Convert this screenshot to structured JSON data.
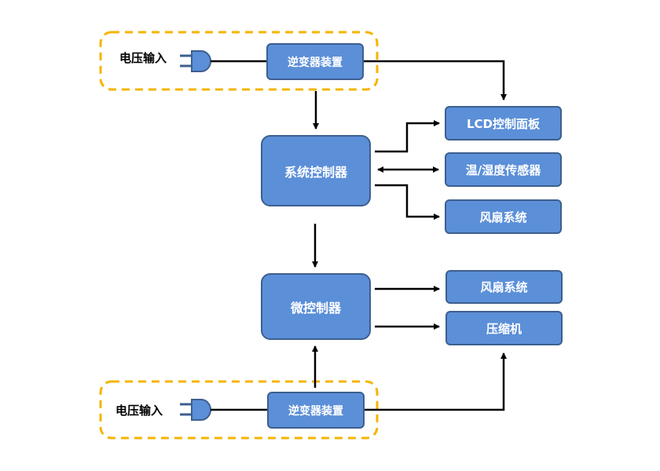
{
  "colors": {
    "box_fill": "#5b8fd8",
    "box_border": "#3d5f8f",
    "dashed_group": "#f5b400",
    "plug": "#3d5f8f",
    "arrow": "#000000"
  },
  "top_group": {
    "voltage_input": "电压输入",
    "inverter": "逆变器装置"
  },
  "bottom_group": {
    "voltage_input": "电压输入",
    "inverter": "逆变器装置"
  },
  "system_controller": "系统控制器",
  "micro_controller": "微控制器",
  "lcd_panel": "LCD控制面板",
  "temp_humidity_sensor": "温/湿度传感器",
  "fan_system_1": "风扇系统",
  "fan_system_2": "风扇系统",
  "compressor": "压缩机"
}
